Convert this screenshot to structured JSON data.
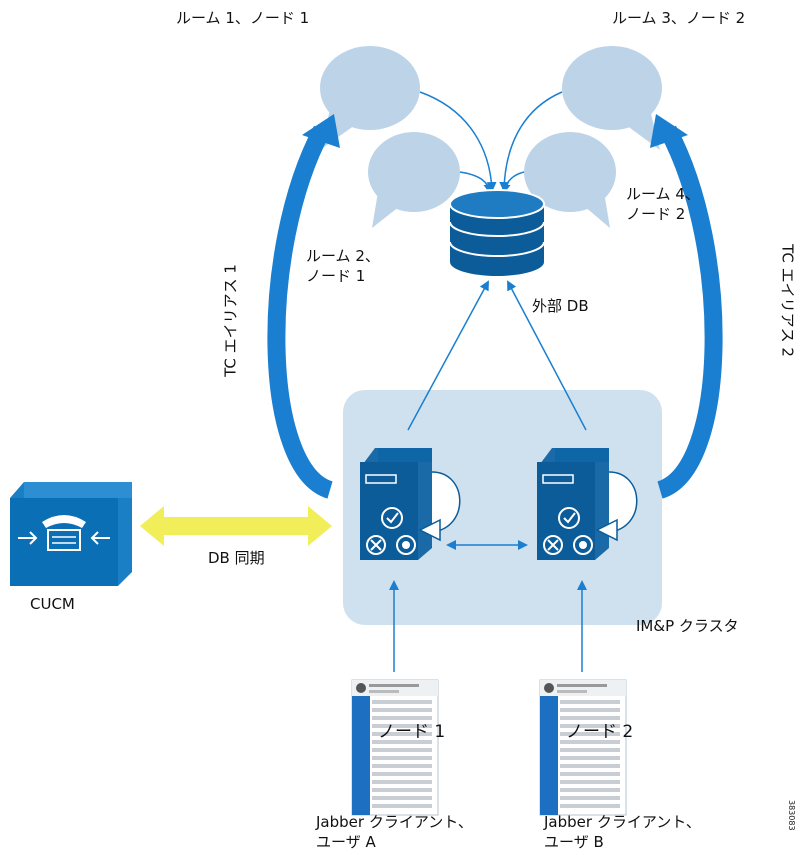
{
  "rooms": {
    "room1": "ルーム 1、ノード 1",
    "room2": "ルーム 2、\nノード 1",
    "room3": "ルーム 3、ノード 2",
    "room4": "ルーム 4、\nノード 2"
  },
  "external_db": "外部 DB",
  "tc_alias_1": "TC エイリアス 1",
  "tc_alias_2": "TC エイリアス 2",
  "db_sync": "DB 同期",
  "cucm": "CUCM",
  "cluster_label": "IM&P クラスタ",
  "node_1": "ノード 1",
  "node_2": "ノード 2",
  "client_a": "Jabber クライアント、\nユーザ A",
  "client_b": "Jabber クライアント、\nユーザ B",
  "figure_id": "383083",
  "colors": {
    "bubble": "#bcd3e8",
    "cluster": "#cfe1ef",
    "server": "#0b5c99",
    "arrow_blue": "#1a7fd0",
    "sync_arrow": "#f2ee5a",
    "cucm_box": "#0a6fb4"
  }
}
